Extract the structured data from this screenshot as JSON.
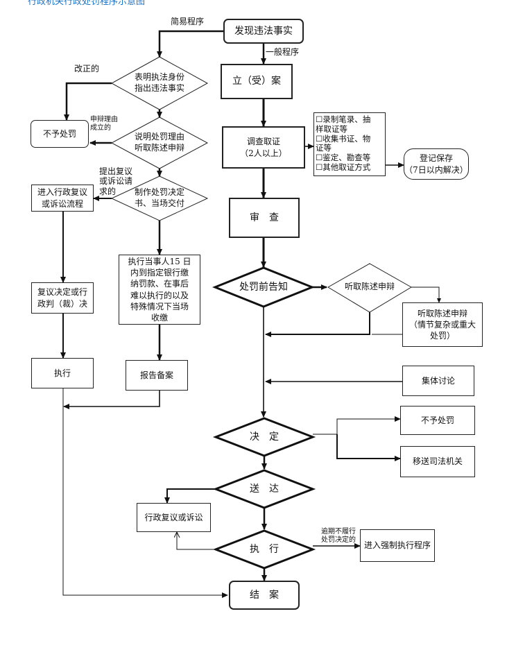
{
  "title": "行政机关行政处罚程序示意图",
  "nodes": {
    "discover": "发现违法事实",
    "show_identity": "表明执法身份\n指出违法事实",
    "no_penalty_left": "不予处罚",
    "explain_reason": "说明处罚理由\n听取陈述申辩",
    "make_decision": "制作处罚决定\n书、当场交付",
    "admin_review": "进入行政复议\n或诉讼流程",
    "pay_fine": "执行当事人15 日\n内到指定银行缴\n纳罚款、在事后\n难以执行的以及\n特殊情况下当场\n收缴",
    "review_decision": "复议决定或行\n政判（裁）决",
    "execute_left": "执行",
    "report_record": "报告备案",
    "register_case": "立（受）案",
    "investigate": "调查取证\n（2人以上）",
    "evidence_box": "☐录制笔录、抽\n样取证等\n☐收集书证、物\n证等\n☐鉴定、勘查等\n☐其他取证方式",
    "register_save": "登记保存\n（7日以内解决）",
    "review": "审　查",
    "pre_notice": "处罚前告知",
    "hear_statement": "听取陈述申辩",
    "hear_statement_box": "听取陈述申辩\n（情节复杂或重大\n处罚）",
    "collective": "集体讨论",
    "decide": "决　定",
    "no_penalty_right": "不予处罚",
    "transfer_judicial": "移送司法机关",
    "deliver": "送　达",
    "admin_review_lawsuit": "行政复议或诉讼",
    "execute_main": "执　行",
    "enforce": "进入强制执行程序",
    "close_case": "结　案"
  },
  "labels": {
    "simple_procedure": "简易程序",
    "general_procedure": "一般程序",
    "corrected": "改正的",
    "defense_valid": "申辩理由\n成立的",
    "file_review": "提出复议\n或诉讼请\n求的",
    "overdue": "逾期不履行\n处罚决定的"
  }
}
